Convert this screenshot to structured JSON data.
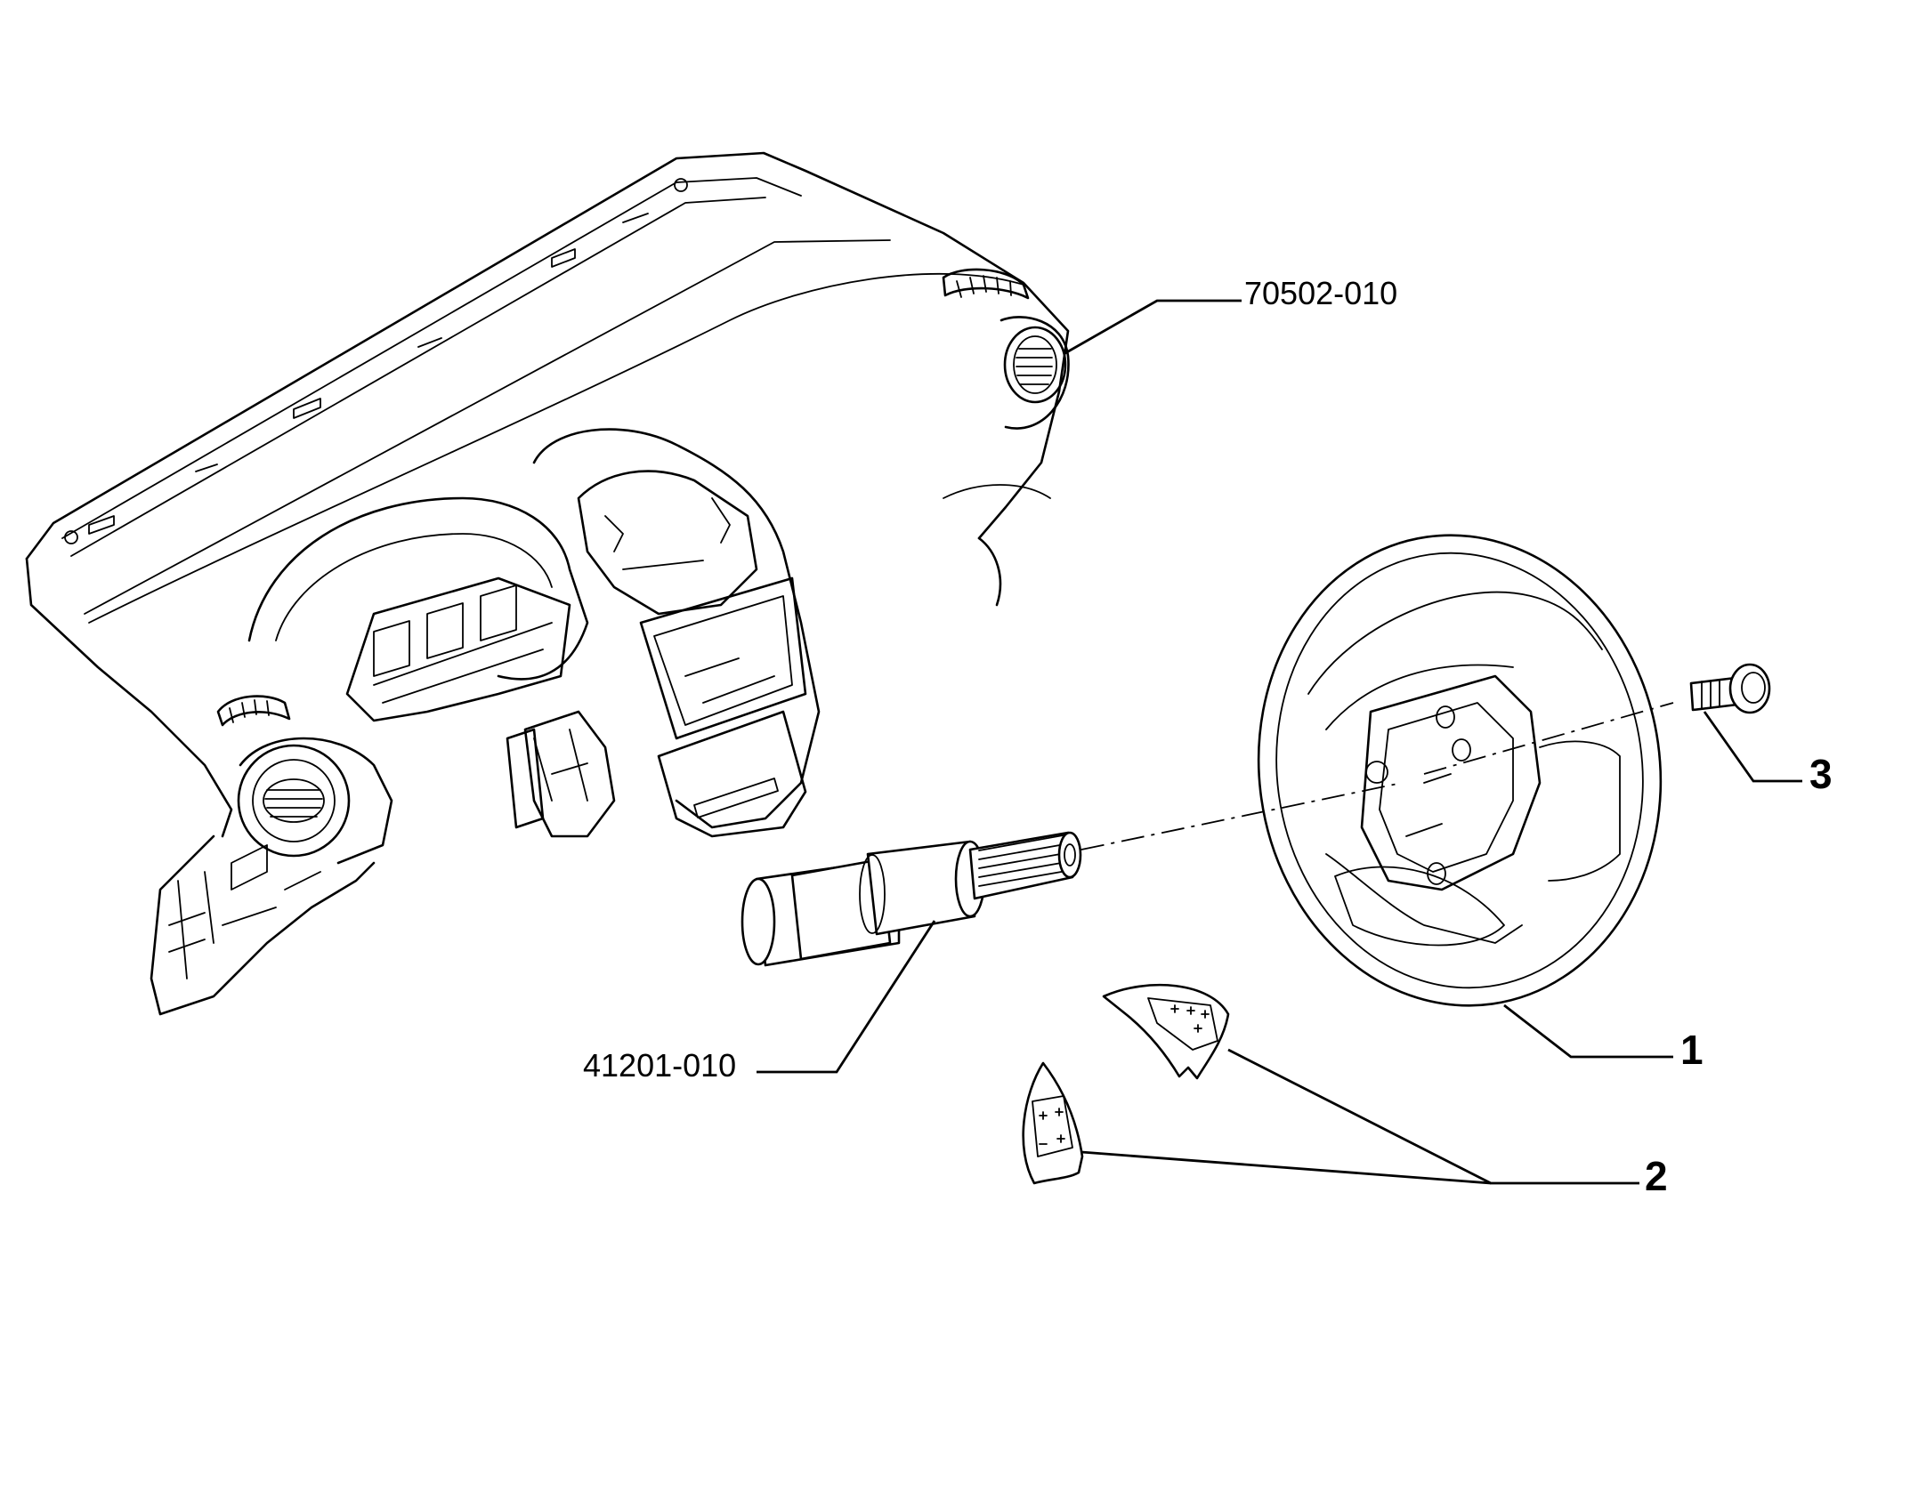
{
  "labels": {
    "dashboard": "70502-010",
    "steering_column": "41201-010",
    "steering_wheel": "1",
    "wheel_controls": "2",
    "screw": "3"
  }
}
